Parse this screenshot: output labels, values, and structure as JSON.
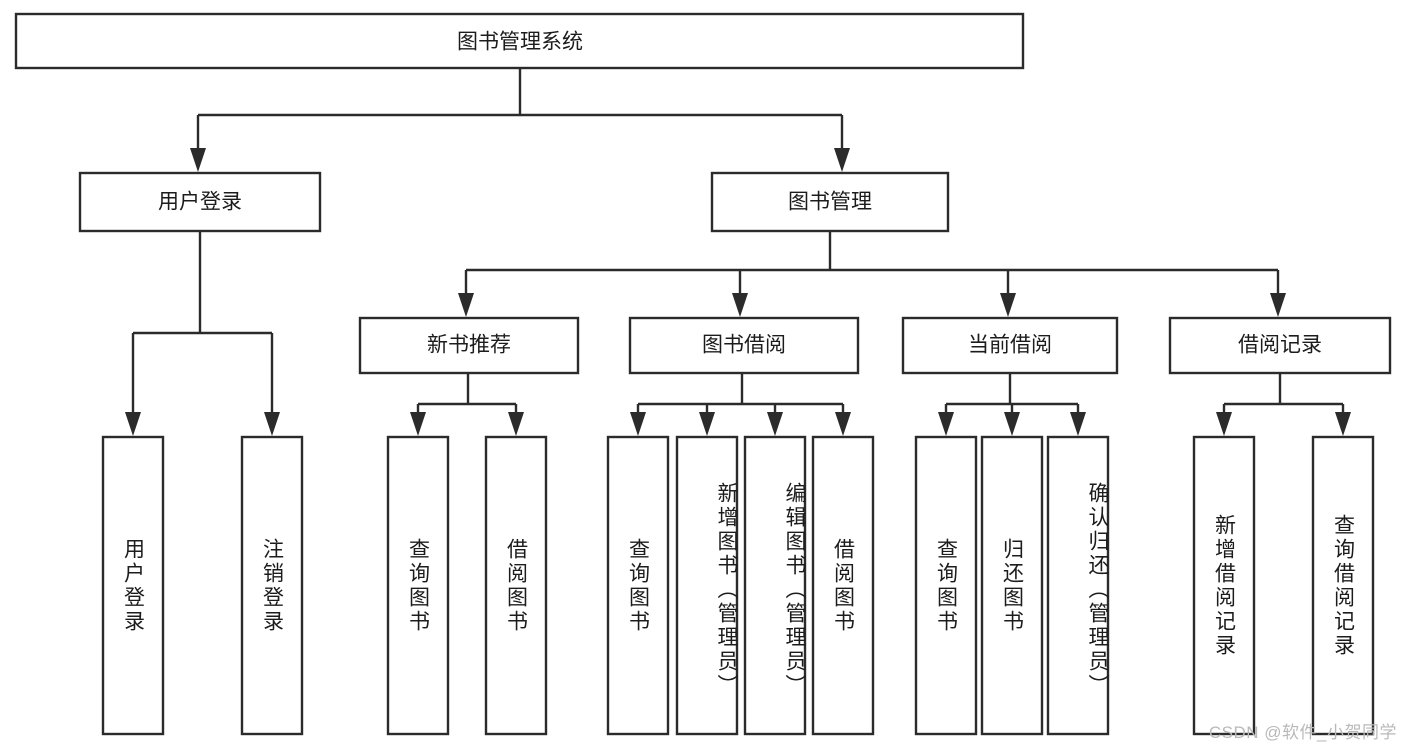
{
  "diagram": {
    "title": "图书管理系统",
    "type": "tree-hierarchy-chart",
    "orientation": "top-down",
    "colors": {
      "stroke": "#2b2b2b",
      "fill": "#ffffff",
      "text": "#1c1c1c",
      "watermark": "#b9b9b9"
    },
    "root": {
      "label": "图书管理系统"
    },
    "level2": [
      {
        "label": "用户登录"
      },
      {
        "label": "图书管理"
      }
    ],
    "level3": [
      {
        "label": "新书推荐"
      },
      {
        "label": "图书借阅"
      },
      {
        "label": "当前借阅"
      },
      {
        "label": "借阅记录"
      }
    ],
    "leaves": {
      "user_login": [
        {
          "label": "用户登录"
        },
        {
          "label": "注销登录"
        }
      ],
      "new_book_recommend": [
        {
          "label": "查询图书"
        },
        {
          "label": "借阅图书"
        }
      ],
      "book_borrow": [
        {
          "label": "查询图书"
        },
        {
          "label": "新增图书（管理员）"
        },
        {
          "label": "编辑图书（管理员）"
        },
        {
          "label": "借阅图书"
        }
      ],
      "current_borrow": [
        {
          "label": "查询图书"
        },
        {
          "label": "归还图书"
        },
        {
          "label": "确认归还（管理员）"
        }
      ],
      "borrow_record": [
        {
          "label": "新增借阅记录"
        },
        {
          "label": "查询借阅记录"
        }
      ]
    }
  },
  "watermark": {
    "text": "CSDN @软件_小贺同学"
  }
}
